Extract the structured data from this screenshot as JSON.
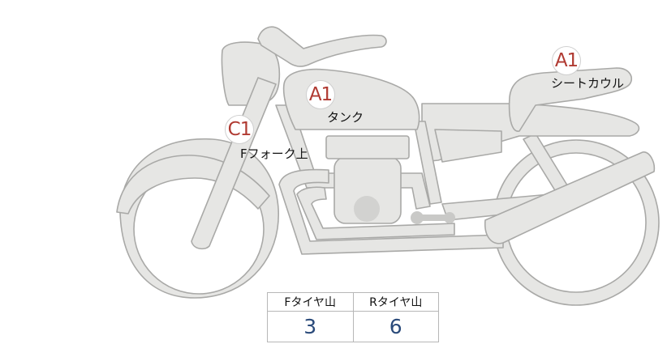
{
  "markers": [
    {
      "id": "tank",
      "code": "A1",
      "label": "タンク"
    },
    {
      "id": "seat-cowl",
      "code": "A1",
      "label": "シートカウル"
    },
    {
      "id": "front-fork",
      "code": "C1",
      "label": "Fフォーク上"
    }
  ],
  "tread_table": {
    "headers": [
      "Fタイヤ山",
      "Rタイヤ山"
    ],
    "values": [
      "3",
      "6"
    ]
  },
  "colors": {
    "bike_fill": "#e6e6e4",
    "bike_outline": "#a9a9a7",
    "badge_text": "#b03a32",
    "value_text": "#2a4a7a"
  }
}
